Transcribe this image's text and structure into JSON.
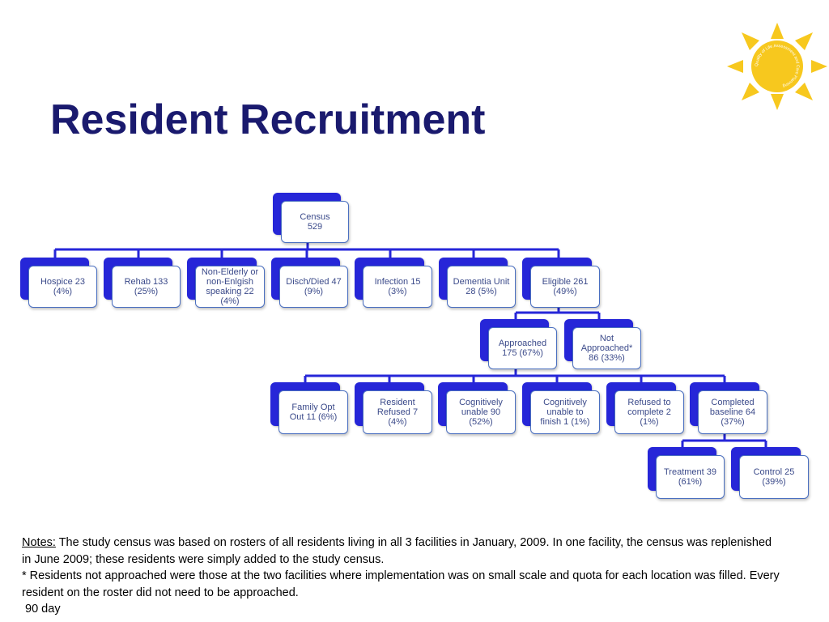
{
  "title": "Resident Recruitment",
  "logo": {
    "icon": "sun-logo-icon",
    "text": "Quality of Life Assessment and Care Planning",
    "color": "#f7c81e"
  },
  "colors": {
    "title": "#1a1a6e",
    "box_back": "#2626d8",
    "box_border": "#4a6fc0",
    "connector": "#2626d8",
    "node_text": "#3b4a8a"
  },
  "nodes": {
    "census": "Census\n529",
    "hospice": "Hospice 23\n(4%)",
    "rehab": "Rehab 133\n(25%)",
    "non_elderly": "Non-Elderly or\nnon-Enlgish\nspeaking 22\n(4%)",
    "disch": "Disch/Died 47\n(9%)",
    "infection": "Infection 15\n(3%)",
    "dementia": "Dementia Unit\n28 (5%)",
    "eligible": "Eligible 261\n(49%)",
    "approached": "Approached\n175  (67%)",
    "not_approached": "Not\nApproached*\n86 (33%)",
    "family_opt": "Family Opt\nOut 11 (6%)",
    "resident_refused": "Resident\nRefused 7\n(4%)",
    "cog_unable": "Cognitively\nunable 90\n(52%)",
    "cog_unable_finish": "Cognitively\nunable to\nfinish 1 (1%)",
    "refused_complete": "Refused to\ncomplete  2\n(1%)",
    "completed_baseline": "Completed\nbaseline 64\n(37%)",
    "treatment": "Treatment 39\n(61%)",
    "control": "Control 25\n(39%)"
  },
  "notes": {
    "label": "Notes:",
    "line1": " The study census was based on rosters of all residents living in all 3 facilities in January, 2009.  In one facility, the census was replenished in June 2009; these residents were simply added to the study census.",
    "line2": "* Residents not approached were those at the two facilities where implementation was on small scale and quota for each location was filled.  Every resident on the roster did not need to be approached.",
    "line3": " 90 day"
  }
}
